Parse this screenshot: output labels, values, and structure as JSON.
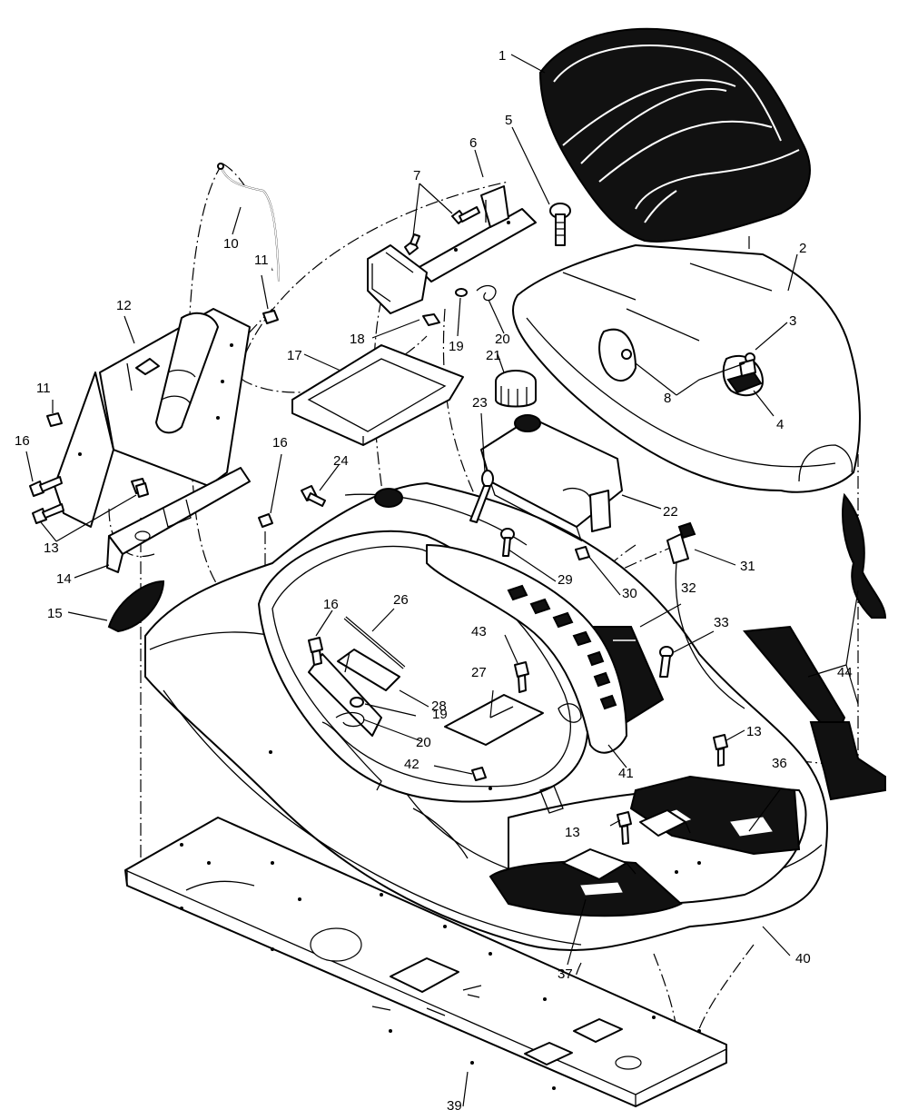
{
  "diagram": {
    "callouts": [
      "1",
      "2",
      "3",
      "4",
      "5",
      "6",
      "7",
      "8",
      "10",
      "11",
      "11",
      "12",
      "13",
      "13",
      "13",
      "13",
      "14",
      "15",
      "16",
      "16",
      "16",
      "17",
      "18",
      "19",
      "19",
      "20",
      "20",
      "21",
      "22",
      "23",
      "24",
      "26",
      "27",
      "28",
      "29",
      "30",
      "31",
      "32",
      "33",
      "36",
      "37",
      "39",
      "40",
      "41",
      "42",
      "43",
      "44"
    ]
  }
}
